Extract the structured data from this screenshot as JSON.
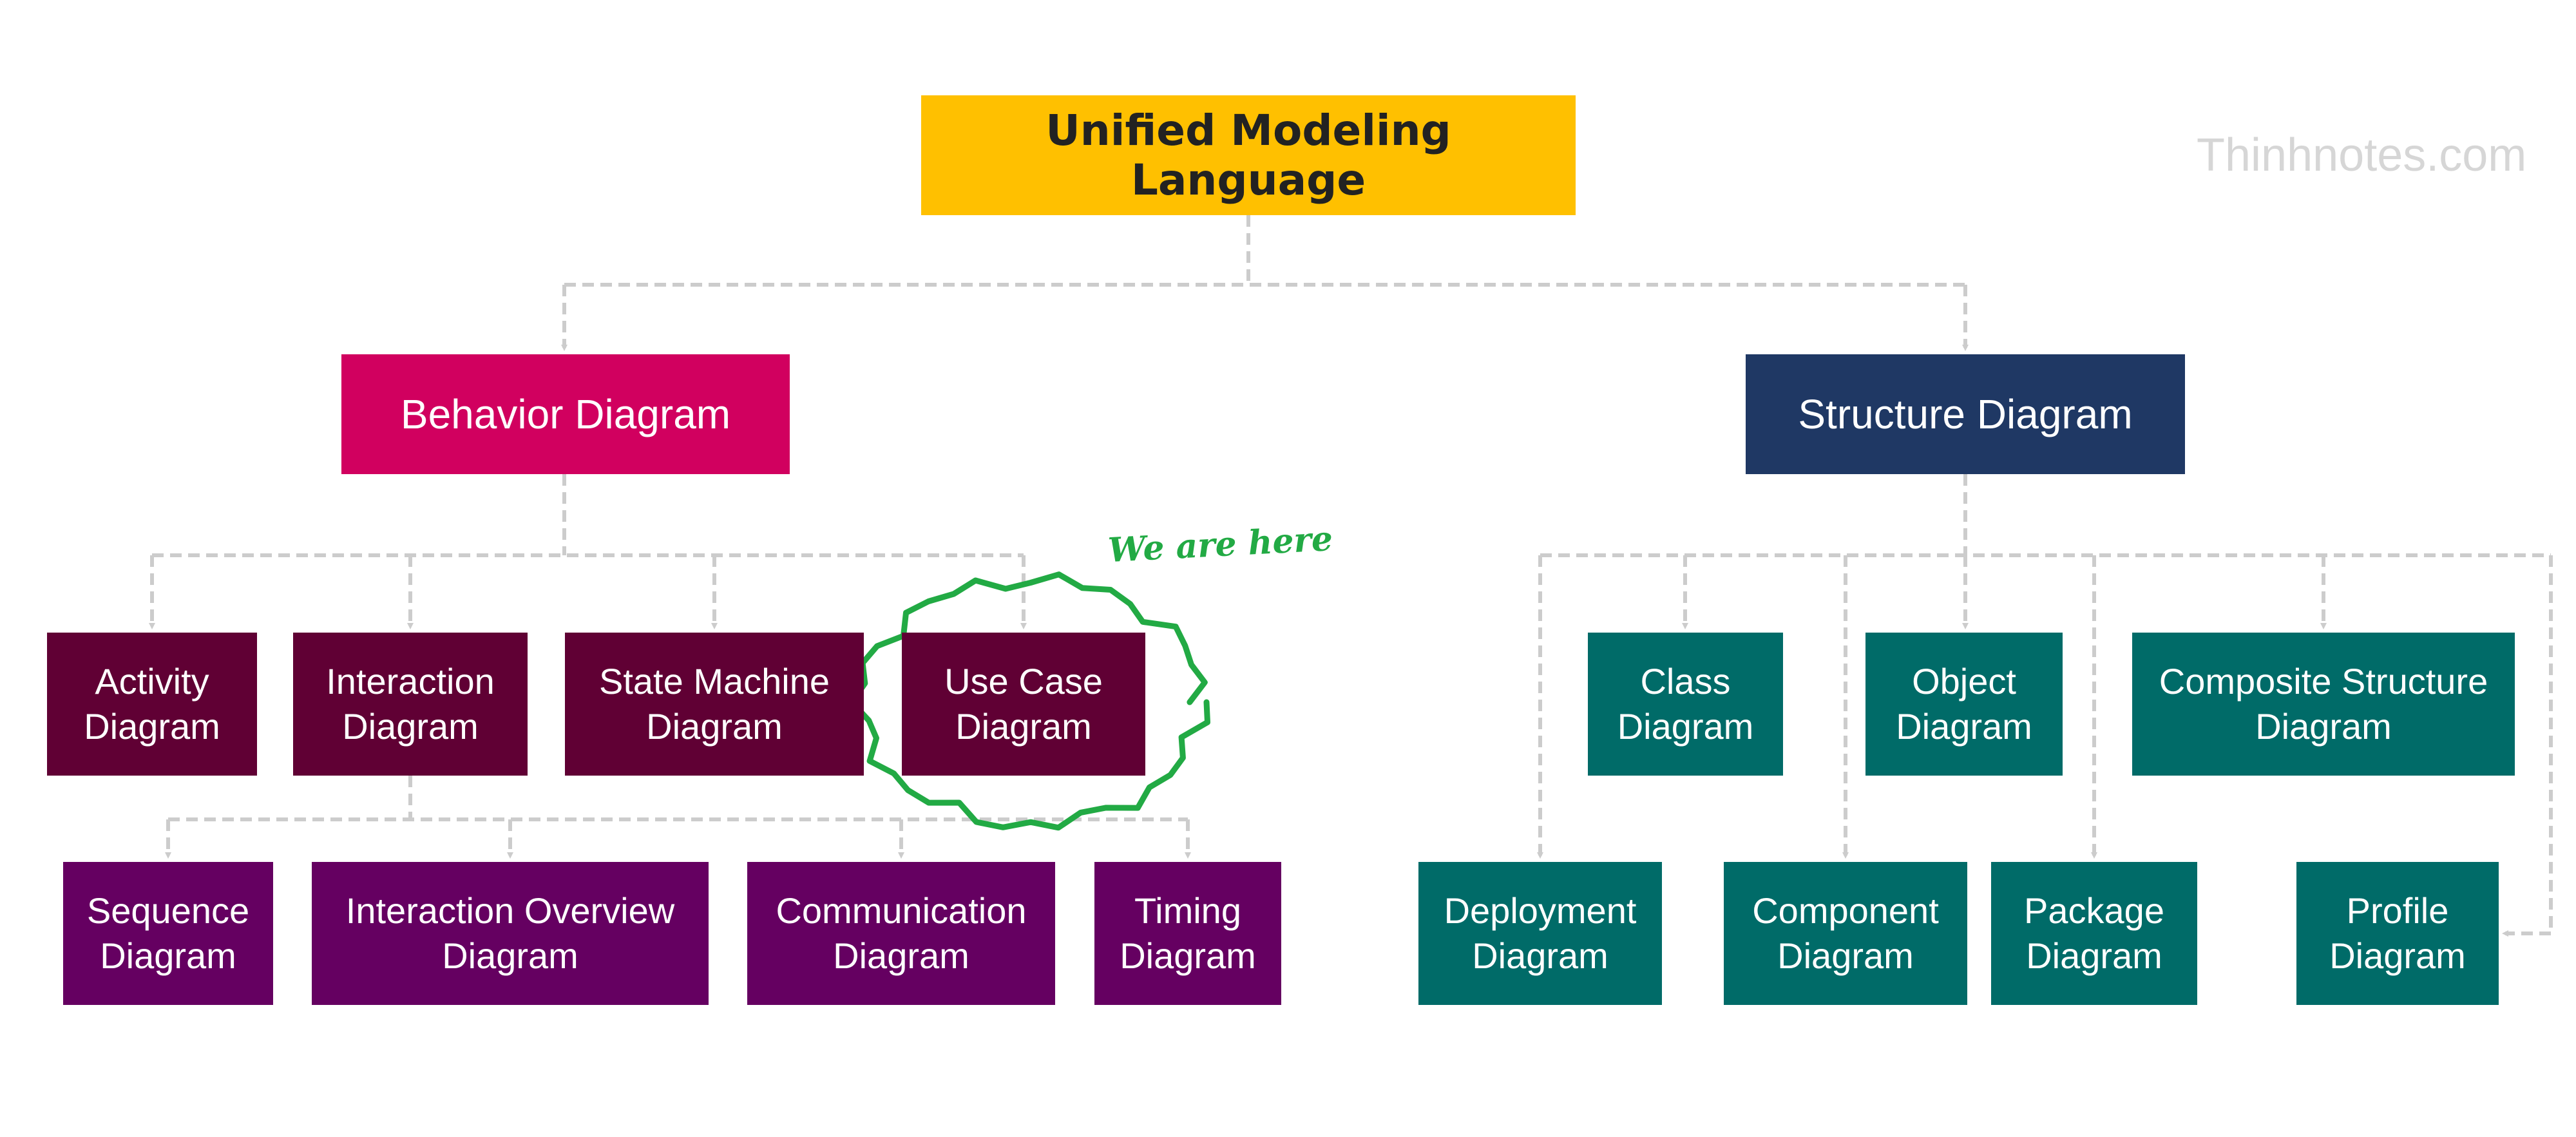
{
  "diagram": {
    "title": "Unified Modeling Language",
    "watermark": "Thinhnotes.com",
    "annotation": "We are here",
    "colors": {
      "root": "#FFC000",
      "behavior": "#D1005F",
      "structure": "#1F3864",
      "behavior_child": "#600034",
      "interaction_child": "#650061",
      "structure_child": "#006B68",
      "connector": "#cccccc",
      "annotation": "#22aa44",
      "watermark": "#d6d6d6"
    },
    "root": {
      "label": "Unified Modeling Language"
    },
    "behavior": {
      "label": "Behavior Diagram",
      "children": [
        {
          "label": "Activity\nDiagram"
        },
        {
          "label": "Interaction\nDiagram"
        },
        {
          "label": "State Machine\nDiagram"
        },
        {
          "label": "Use Case\nDiagram"
        }
      ],
      "interaction_children": [
        {
          "label": "Sequence\nDiagram"
        },
        {
          "label": "Interaction Overview\nDiagram"
        },
        {
          "label": "Communication\nDiagram"
        },
        {
          "label": "Timing\nDiagram"
        }
      ]
    },
    "structure": {
      "label": "Structure Diagram",
      "children_top": [
        {
          "label": "Class\nDiagram"
        },
        {
          "label": "Object\nDiagram"
        },
        {
          "label": "Composite Structure\nDiagram"
        }
      ],
      "children_bottom": [
        {
          "label": "Deployment\nDiagram"
        },
        {
          "label": "Component\nDiagram"
        },
        {
          "label": "Package\nDiagram"
        },
        {
          "label": "Profile\nDiagram"
        }
      ]
    }
  }
}
